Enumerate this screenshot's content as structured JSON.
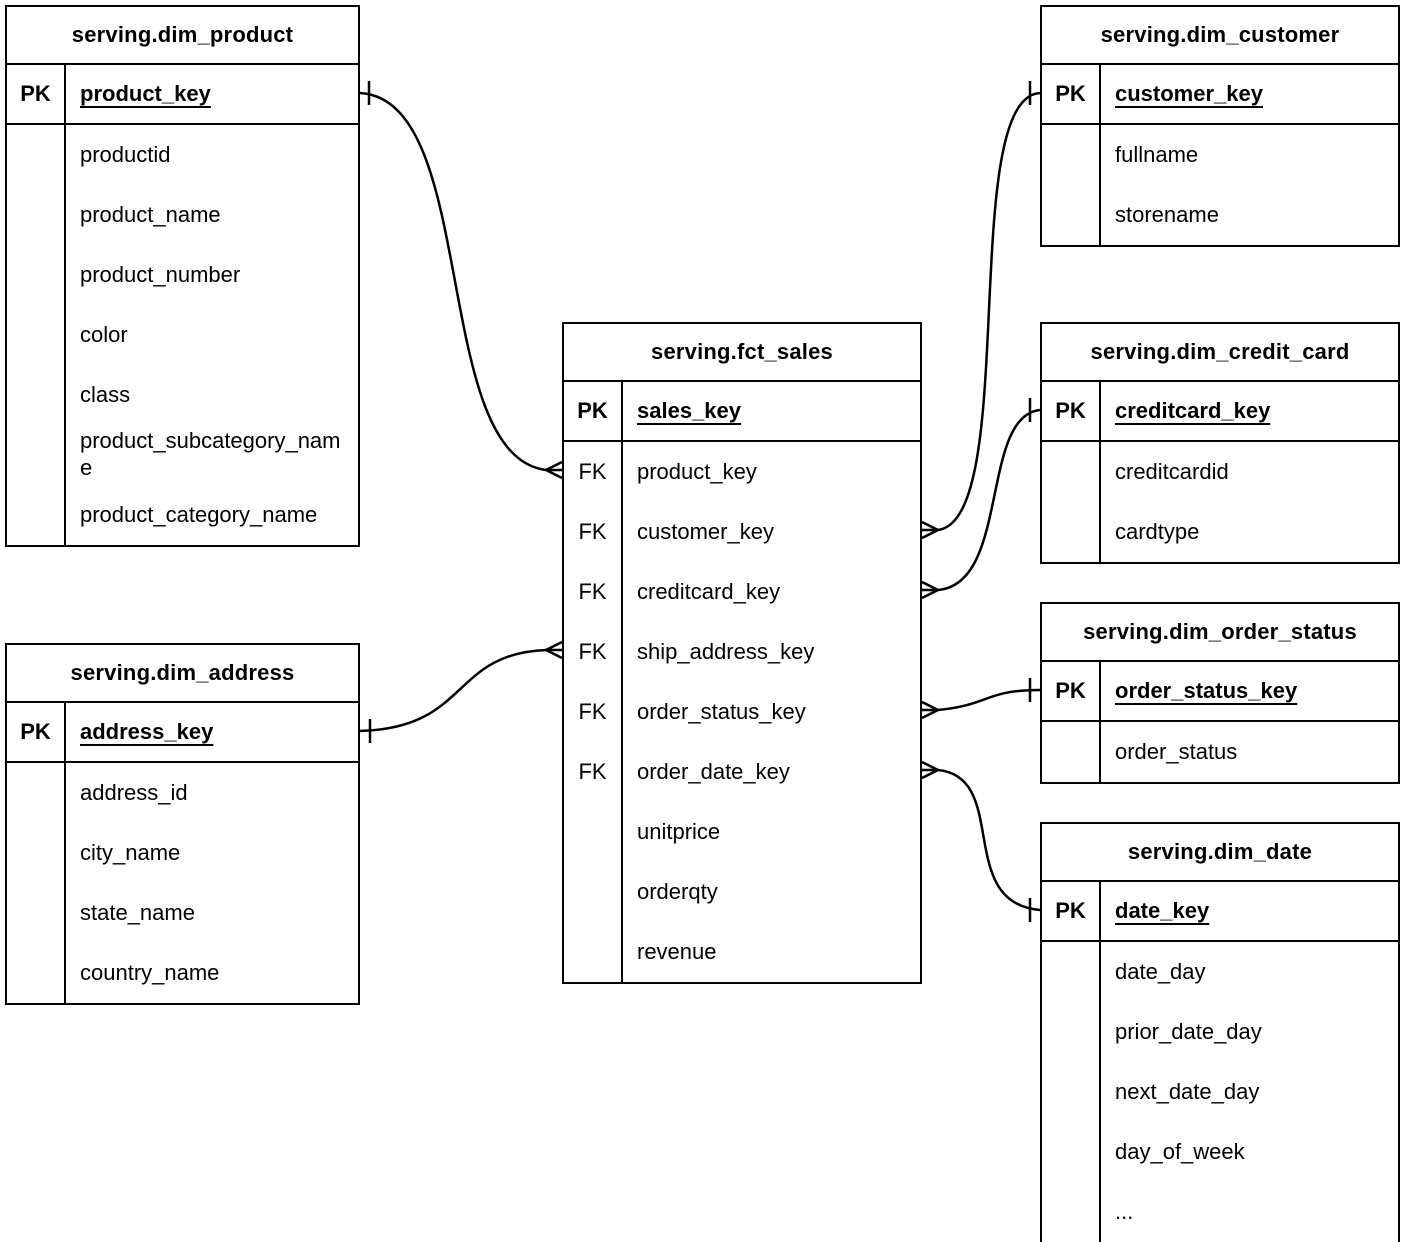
{
  "tables": {
    "dim_product": {
      "title": "serving.dim_product",
      "pk": {
        "label": "PK",
        "field": "product_key"
      },
      "rows": [
        {
          "key": "",
          "name": "productid"
        },
        {
          "key": "",
          "name": "product_name"
        },
        {
          "key": "",
          "name": "product_number"
        },
        {
          "key": "",
          "name": "color"
        },
        {
          "key": "",
          "name": "class"
        },
        {
          "key": "",
          "name": "product_subcategory_name"
        },
        {
          "key": "",
          "name": "product_category_name"
        }
      ]
    },
    "dim_customer": {
      "title": "serving.dim_customer",
      "pk": {
        "label": "PK",
        "field": "customer_key"
      },
      "rows": [
        {
          "key": "",
          "name": "fullname"
        },
        {
          "key": "",
          "name": "storename"
        }
      ]
    },
    "fct_sales": {
      "title": "serving.fct_sales",
      "pk": {
        "label": "PK",
        "field": "sales_key"
      },
      "rows": [
        {
          "key": "FK",
          "name": "product_key"
        },
        {
          "key": "FK",
          "name": "customer_key"
        },
        {
          "key": "FK",
          "name": "creditcard_key"
        },
        {
          "key": "FK",
          "name": "ship_address_key"
        },
        {
          "key": "FK",
          "name": "order_status_key"
        },
        {
          "key": "FK",
          "name": "order_date_key"
        },
        {
          "key": "",
          "name": "unitprice"
        },
        {
          "key": "",
          "name": "orderqty"
        },
        {
          "key": "",
          "name": "revenue"
        }
      ]
    },
    "dim_credit_card": {
      "title": "serving.dim_credit_card",
      "pk": {
        "label": "PK",
        "field": "creditcard_key"
      },
      "rows": [
        {
          "key": "",
          "name": "creditcardid"
        },
        {
          "key": "",
          "name": "cardtype"
        }
      ]
    },
    "dim_order_status": {
      "title": "serving.dim_order_status",
      "pk": {
        "label": "PK",
        "field": "order_status_key"
      },
      "rows": [
        {
          "key": "",
          "name": "order_status"
        }
      ]
    },
    "dim_date": {
      "title": "serving.dim_date",
      "pk": {
        "label": "PK",
        "field": "date_key"
      },
      "rows": [
        {
          "key": "",
          "name": "date_day"
        },
        {
          "key": "",
          "name": "prior_date_day"
        },
        {
          "key": "",
          "name": "next_date_day"
        },
        {
          "key": "",
          "name": "day_of_week"
        },
        {
          "key": "",
          "name": "..."
        }
      ]
    },
    "dim_address": {
      "title": "serving.dim_address",
      "pk": {
        "label": "PK",
        "field": "address_key"
      },
      "rows": [
        {
          "key": "",
          "name": "address_id"
        },
        {
          "key": "",
          "name": "city_name"
        },
        {
          "key": "",
          "name": "state_name"
        },
        {
          "key": "",
          "name": "country_name"
        }
      ]
    }
  },
  "relationships": [
    {
      "fact_table": "serving.fct_sales",
      "fact_field": "product_key",
      "fact_end": "many",
      "dim_table": "serving.dim_product",
      "dim_field": "product_key",
      "dim_end": "one"
    },
    {
      "fact_table": "serving.fct_sales",
      "fact_field": "customer_key",
      "fact_end": "many",
      "dim_table": "serving.dim_customer",
      "dim_field": "customer_key",
      "dim_end": "one"
    },
    {
      "fact_table": "serving.fct_sales",
      "fact_field": "creditcard_key",
      "fact_end": "many",
      "dim_table": "serving.dim_credit_card",
      "dim_field": "creditcard_key",
      "dim_end": "one"
    },
    {
      "fact_table": "serving.fct_sales",
      "fact_field": "ship_address_key",
      "fact_end": "many",
      "dim_table": "serving.dim_address",
      "dim_field": "address_key",
      "dim_end": "one"
    },
    {
      "fact_table": "serving.fct_sales",
      "fact_field": "order_status_key",
      "fact_end": "many",
      "dim_table": "serving.dim_order_status",
      "dim_field": "order_status_key",
      "dim_end": "one"
    },
    {
      "fact_table": "serving.fct_sales",
      "fact_field": "order_date_key",
      "fact_end": "many",
      "dim_table": "serving.dim_date",
      "dim_field": "date_key",
      "dim_end": "one"
    }
  ],
  "colors": {
    "line": "#000000",
    "background": "#ffffff",
    "table_fill": "#ffffff",
    "text": "#000000"
  }
}
